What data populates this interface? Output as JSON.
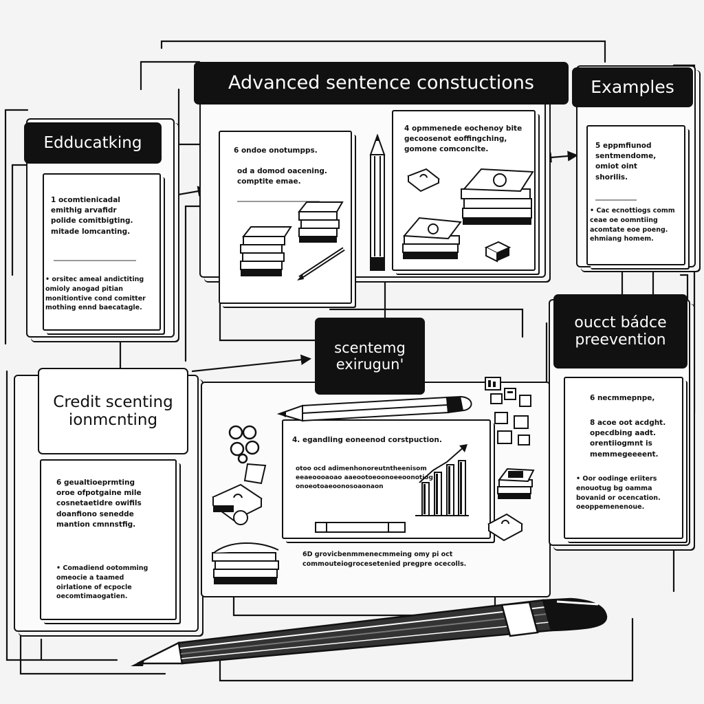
{
  "labels": {
    "title": "Advanced sentence  constuctions",
    "examples": "Examples",
    "educating": "Edducatking",
    "center": "scentemg\nexirugun'",
    "credit": "Credit scenting\nionmcnting",
    "prevention": "oucct bádce\npreevention"
  },
  "texts": {
    "edu_head": "1  ocomtienicadal\nemithig arvafidr\npolide comitbigting.\nmitade lomcanting.",
    "edu_bullet": "•  orsitec ameal andictiting\n   omioly anogad pitian\n   monitiontive cond comitter\n   mothing ennd baecatagle.",
    "adv_left_1": "6  ondoe onotumpps.",
    "adv_left_2": "od  a  domod oacening.\ncomptite emae.",
    "adv_right": "4  opmmenede eochenoy bite\ngecoosenot eoffingching,\ngomone comconclte.",
    "ex_head": "5  eppmfiunod\nsentmendome,\nomiot oint\nshorilis.",
    "ex_bullet": "•  Cac ecnottiogs comm\n   ceae oe oomntiing\n   acomtate eoe poeng.\n   ehmiang homem.",
    "credit_head": "6  geualtioeprmting\noroe ofpotgaine mile\ncosnetaetidre owifils\ndoanfiono senedde\nmantion cmnnstfig.",
    "credit_bullet": "•  Comadiend ootomming\n   omeocie a taamed\n   oirlatione of ecpocle\n   oecomtimaogatien.",
    "center_head": "4.  egandling eoneenod corstpuction.",
    "center_body": "otoo ocd adimenhonoreutntheenisom\neeaeoooaoao aaeootoeoonoeeoonotiog\nonoeotoaeoonosoaonaon",
    "center_foot": "6D  grovicbenmmenecmmeing omy pi oct\ncommouteiogrocesetenied pregpre ocecolls.",
    "prev_head": "6  necmmepnpe,",
    "prev_sub": "8  acoe oot acdght.\nopecdbing aadt.\norentiiogmnt is\nmemmegeeeent.",
    "prev_bullet": "•  Oor oodinge eriiters\n   enouotug bg oamma\n   bovanid or ocencation.\n   oeoppemenenoue."
  },
  "colors": {
    "ink": "#111111",
    "paper": "#fbfbfb",
    "background": "#f4f4f4",
    "rule": "#999999"
  }
}
